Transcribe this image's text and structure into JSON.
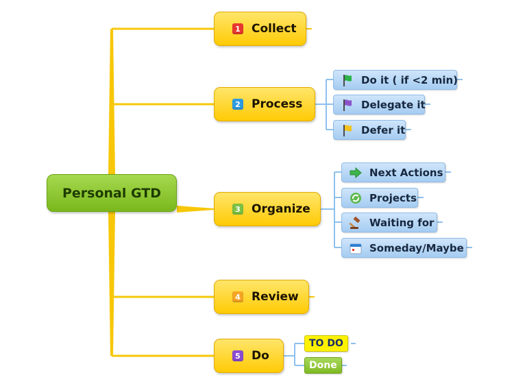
{
  "root": {
    "label": "Personal GTD"
  },
  "branches": [
    {
      "id": "collect",
      "label": "Collect",
      "badge": "1",
      "badge_color": "#e8372e"
    },
    {
      "id": "process",
      "label": "Process",
      "badge": "2",
      "badge_color": "#2f9be0",
      "children": [
        {
          "label": "Do it ( if <2 min)",
          "icon": "green-flag-icon",
          "color": "#2db34a"
        },
        {
          "label": "Delegate it",
          "icon": "purple-flag-icon",
          "color": "#8a53c9"
        },
        {
          "label": "Defer it",
          "icon": "yellow-flag-icon",
          "color": "#f3c21c"
        }
      ]
    },
    {
      "id": "organize",
      "label": "Organize",
      "badge": "3",
      "badge_color": "#7cc243",
      "children": [
        {
          "label": "Next Actions",
          "icon": "arrow-right-icon",
          "color": "#3db54a"
        },
        {
          "label": "Projects",
          "icon": "recycle-icon",
          "color": "#5fb94f"
        },
        {
          "label": "Waiting for",
          "icon": "gavel-icon",
          "color": "#a0522d"
        },
        {
          "label": "Someday/Maybe",
          "icon": "calendar-icon",
          "color": "#2c7fd3"
        }
      ]
    },
    {
      "id": "review",
      "label": "Review",
      "badge": "4",
      "badge_color": "#f5a623"
    },
    {
      "id": "do",
      "label": "Do",
      "badge": "5",
      "badge_color": "#8a4bd1",
      "children": [
        {
          "label": "TO DO",
          "style": "todo",
          "color": "#fff200"
        },
        {
          "label": "Done",
          "style": "done",
          "color": "#8ac63a"
        }
      ]
    }
  ],
  "colors": {
    "trunk": "#f7c708",
    "sub_connector": "#8dc0ee",
    "main_fill": "#ffd21a",
    "root_fill": "#8cc63f"
  }
}
